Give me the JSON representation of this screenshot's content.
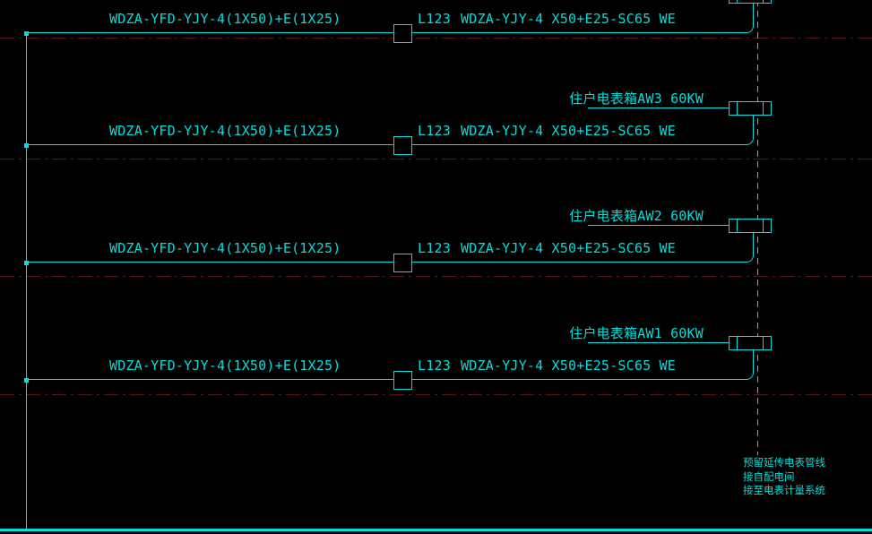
{
  "diagram": {
    "rows": [
      {
        "feeder": "WDZA-YFD-YJY-4(1X50)+E(1X25)",
        "circuit": "L123",
        "branch": "WDZA-YJY-4 X50+E25-SC65 WE",
        "meter": ""
      },
      {
        "feeder": "WDZA-YFD-YJY-4(1X50)+E(1X25)",
        "circuit": "L123",
        "branch": "WDZA-YJY-4 X50+E25-SC65 WE",
        "meter": "住户电表箱AW3 60KW"
      },
      {
        "feeder": "WDZA-YFD-YJY-4(1X50)+E(1X25)",
        "circuit": "L123",
        "branch": "WDZA-YJY-4 X50+E25-SC65 WE",
        "meter": "住户电表箱AW2 60KW"
      },
      {
        "feeder": "WDZA-YFD-YJY-4(1X50)+E(1X25)",
        "circuit": "L123",
        "branch": "WDZA-YJY-4 X50+E25-SC65 WE",
        "meter": "住户电表箱AW1 60KW"
      }
    ],
    "notes": [
      "预留延传电表管线",
      "接自配电间",
      "接至电表计量系统"
    ],
    "colors": {
      "line": "#00DEDE",
      "grid": "#5C1616",
      "background": "#000000"
    }
  }
}
